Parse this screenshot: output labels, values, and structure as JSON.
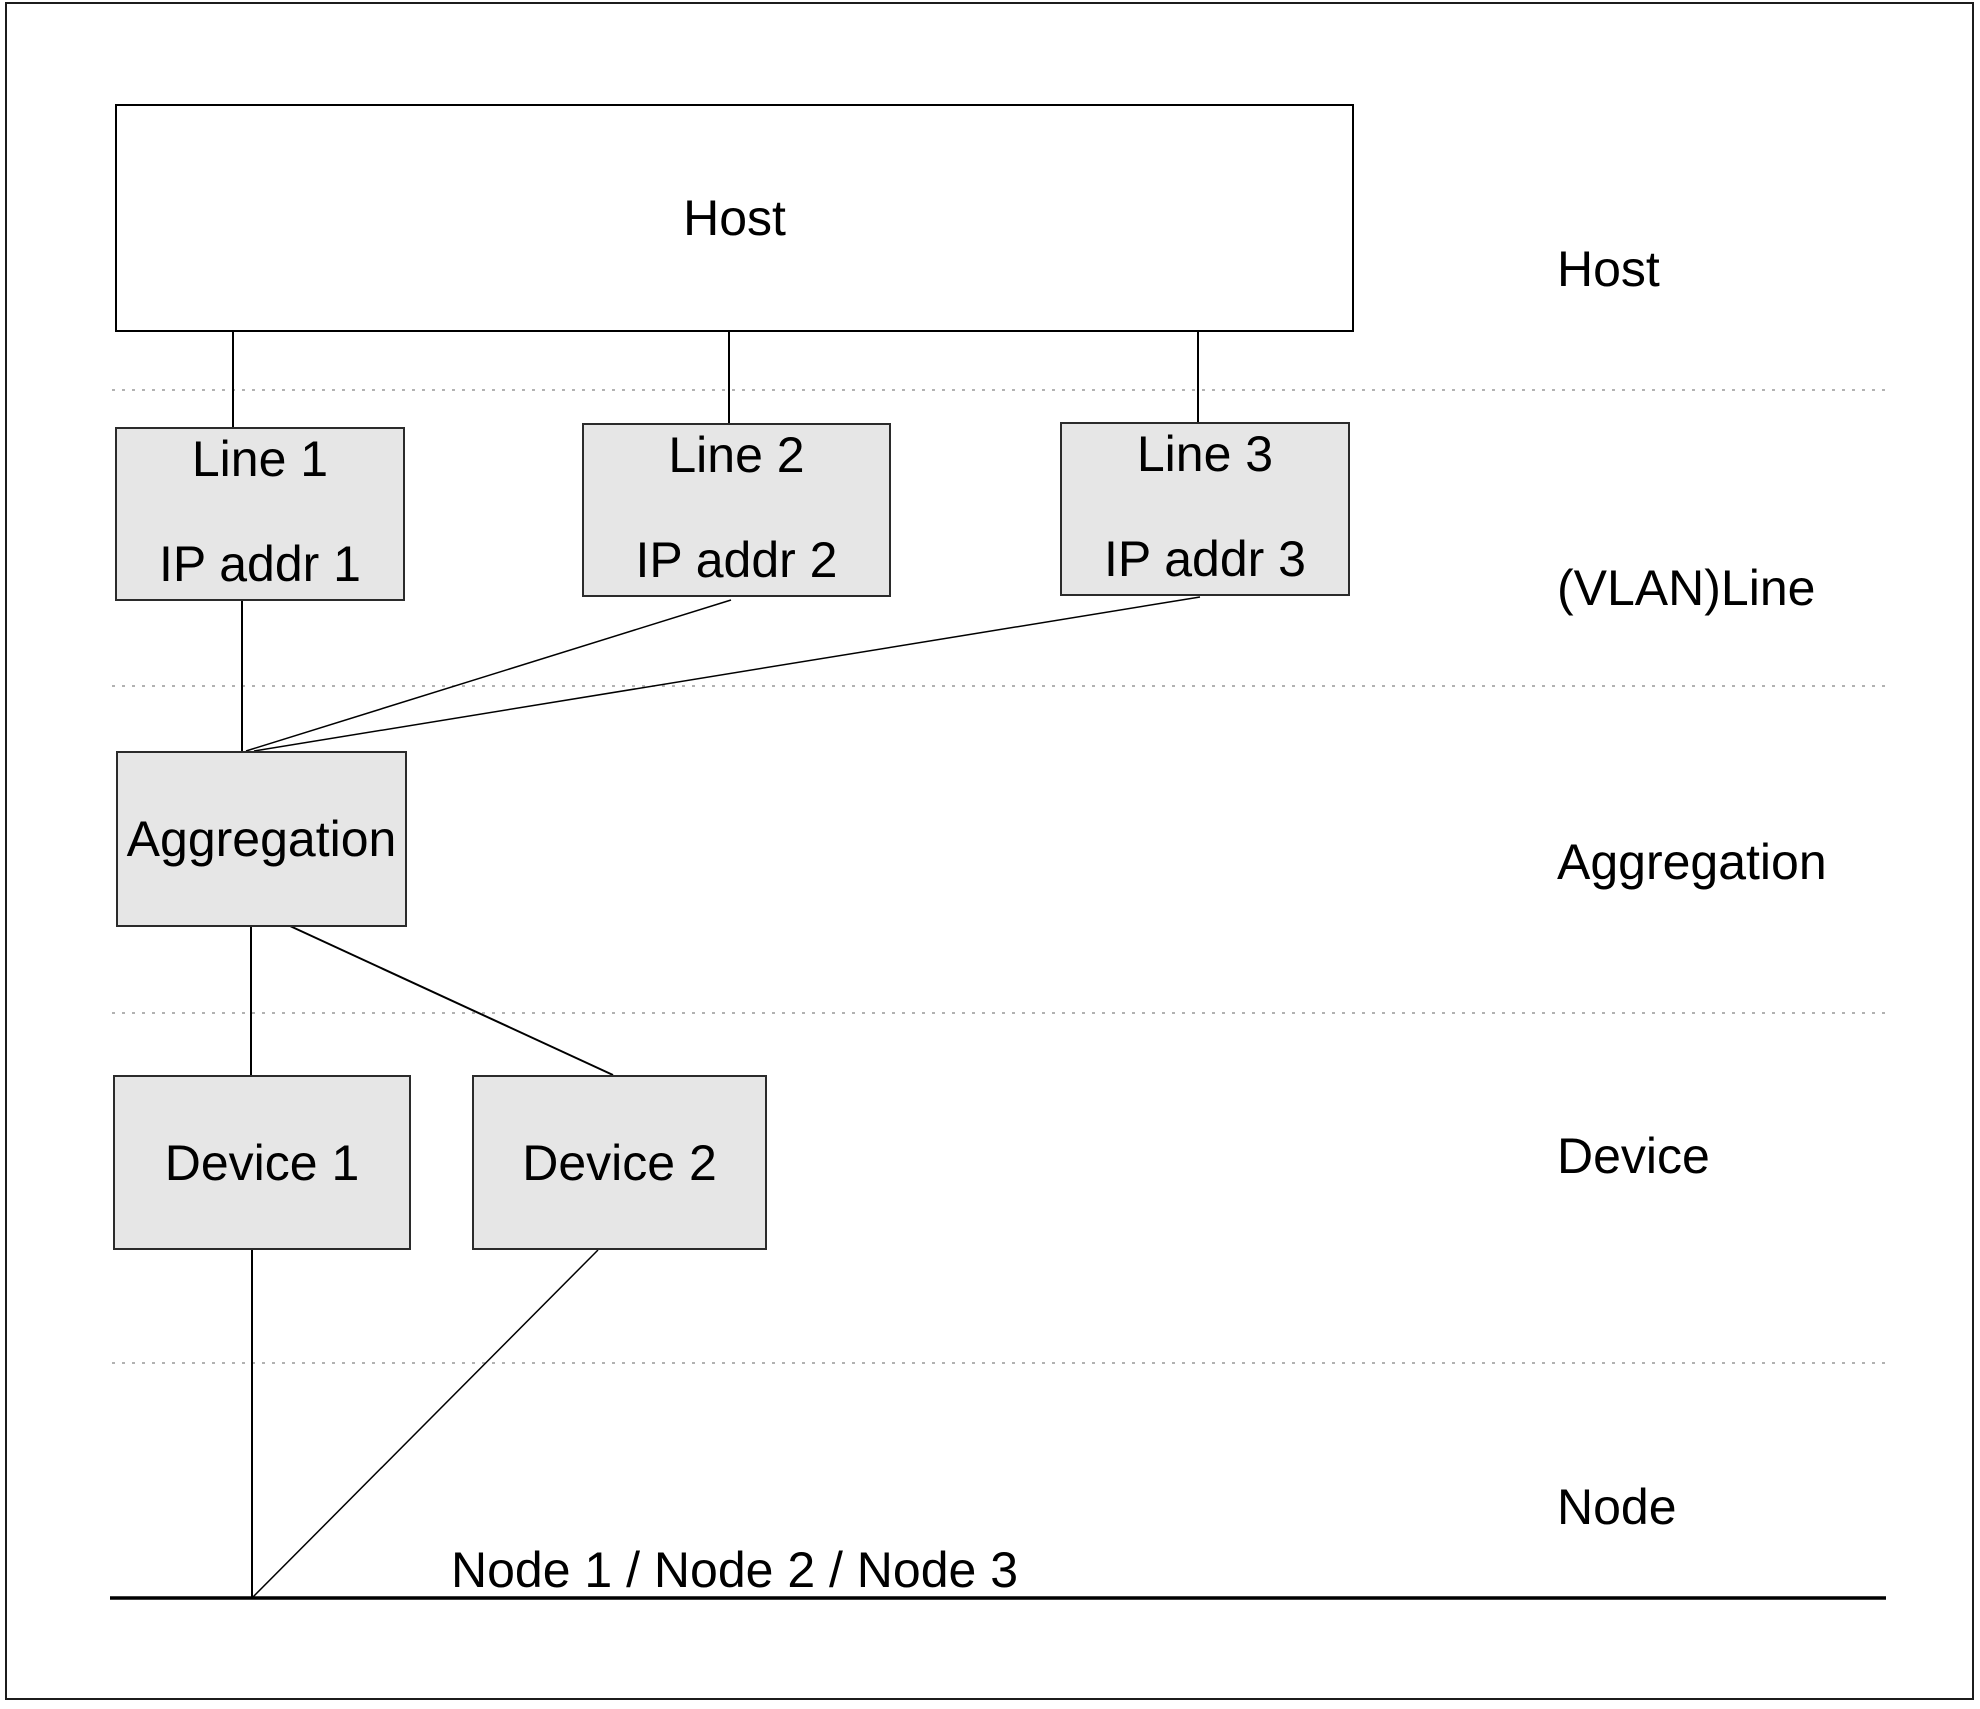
{
  "colors": {
    "background": "#ffffff",
    "box_fill": "#e6e6e6",
    "box_border": "#2b2b2b",
    "host_box_border": "#000000",
    "connector_line": "#000000",
    "separator_dotted": "#999999"
  },
  "boxes": {
    "host": {
      "label": "Host"
    },
    "line1": {
      "title": "Line 1",
      "subtitle": "IP addr 1"
    },
    "line2": {
      "title": "Line 2",
      "subtitle": "IP addr 2"
    },
    "line3": {
      "title": "Line 3",
      "subtitle": "IP addr 3"
    },
    "aggregation": {
      "label": "Aggregation"
    },
    "device1": {
      "label": "Device 1"
    },
    "device2": {
      "label": "Device 2"
    }
  },
  "layer_labels": {
    "host": "Host",
    "line": "(VLAN)Line",
    "aggregation": "Aggregation",
    "device": "Device",
    "node": "Node"
  },
  "node_caption": "Node 1 / Node 2 / Node 3"
}
